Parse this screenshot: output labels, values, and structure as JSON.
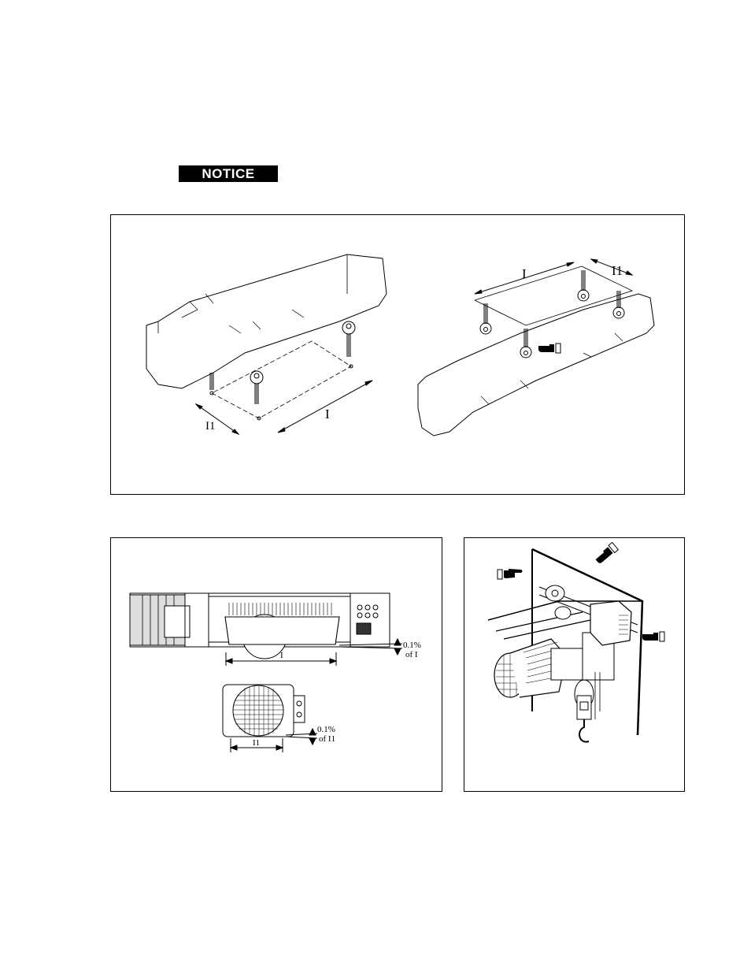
{
  "notice": {
    "label": "NOTICE"
  },
  "figure_top": {
    "left_view": {
      "dim_long": "I",
      "dim_short": "I1"
    },
    "right_view": {
      "dim_long": "I",
      "dim_short": "I1"
    }
  },
  "figure_bottom_left": {
    "top_view": {
      "dim": "I",
      "tolerance_line1": "0.1%",
      "tolerance_line2": "of I"
    },
    "side_view": {
      "dim": "I1",
      "tolerance_line1": "0.1%",
      "tolerance_line2": "of I1"
    }
  },
  "figure_bottom_right": {
    "icons": [
      "pointing-hand-icon",
      "pointing-hand-icon",
      "pointing-hand-icon"
    ]
  }
}
